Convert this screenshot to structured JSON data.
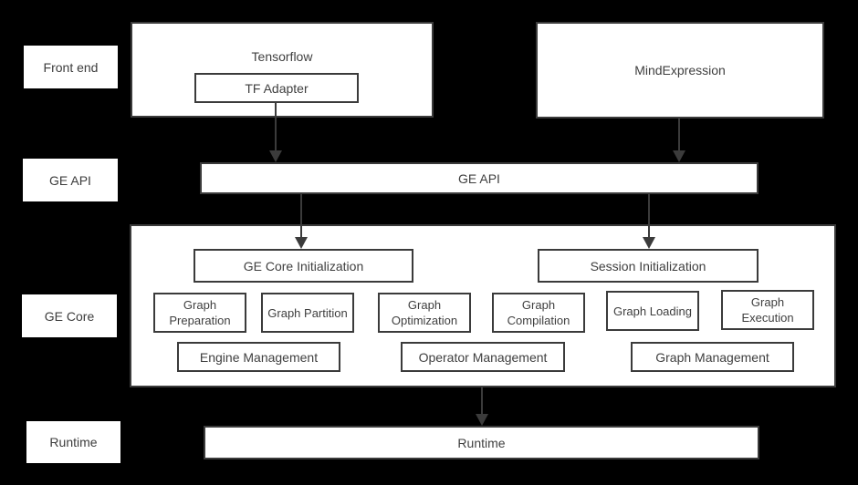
{
  "colors": {
    "background": "#000000",
    "box_fill": "#ffffff",
    "box_border": "#3b3b3b",
    "text": "#3f3f3f",
    "arrow": "#3b3b3b"
  },
  "row_labels": {
    "front_end": "Front end",
    "ge_api": "GE API",
    "ge_core": "GE Core",
    "runtime": "Runtime"
  },
  "front_end": {
    "tensorflow": {
      "title": "Tensorflow",
      "adapter": "TF Adapter"
    },
    "mindexpression": {
      "title": "MindExpression"
    }
  },
  "ge_api": {
    "label": "GE API"
  },
  "ge_core": {
    "init_boxes": [
      "GE Core Initialization",
      "Session Initialization"
    ],
    "stage_boxes": [
      "Graph Preparation",
      "Graph Partition",
      "Graph Optimization",
      "Graph Compilation",
      "Graph Loading",
      "Graph Execution"
    ],
    "management_boxes": [
      "Engine Management",
      "Operator Management",
      "Graph Management"
    ]
  },
  "runtime": {
    "label": "Runtime"
  }
}
